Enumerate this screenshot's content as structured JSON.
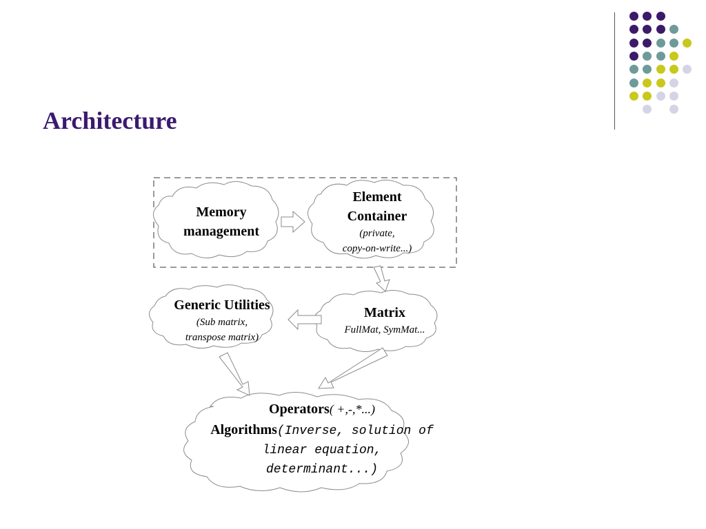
{
  "slide": {
    "title": "Architecture",
    "accent_color": "#3a1a6e"
  },
  "decor": {
    "palette": {
      "purple": "#3c1a6a",
      "teal": "#6e9a9a",
      "yellow": "#c9c81c",
      "lavender": "#d4d4e6"
    }
  },
  "diagram": {
    "memory": {
      "line1": "Memory",
      "line2": "management"
    },
    "element": {
      "line1": "Element",
      "line2": "Container",
      "line3": "(private,",
      "line4": "copy-on-write...)"
    },
    "generic": {
      "title": "Generic Utilities",
      "line2": "(Sub matrix,",
      "line3": "transpose matrix)"
    },
    "matrix": {
      "title": "Matrix",
      "subtitle": "FullMat, SymMat..."
    },
    "operators": {
      "ops_label": "Operators",
      "ops_detail": "( +,-,*...)",
      "algo_label": "Algorithms",
      "algo_detail": "(Inverse, solution of",
      "line3": "linear equation,",
      "line4": "determinant...)"
    }
  }
}
